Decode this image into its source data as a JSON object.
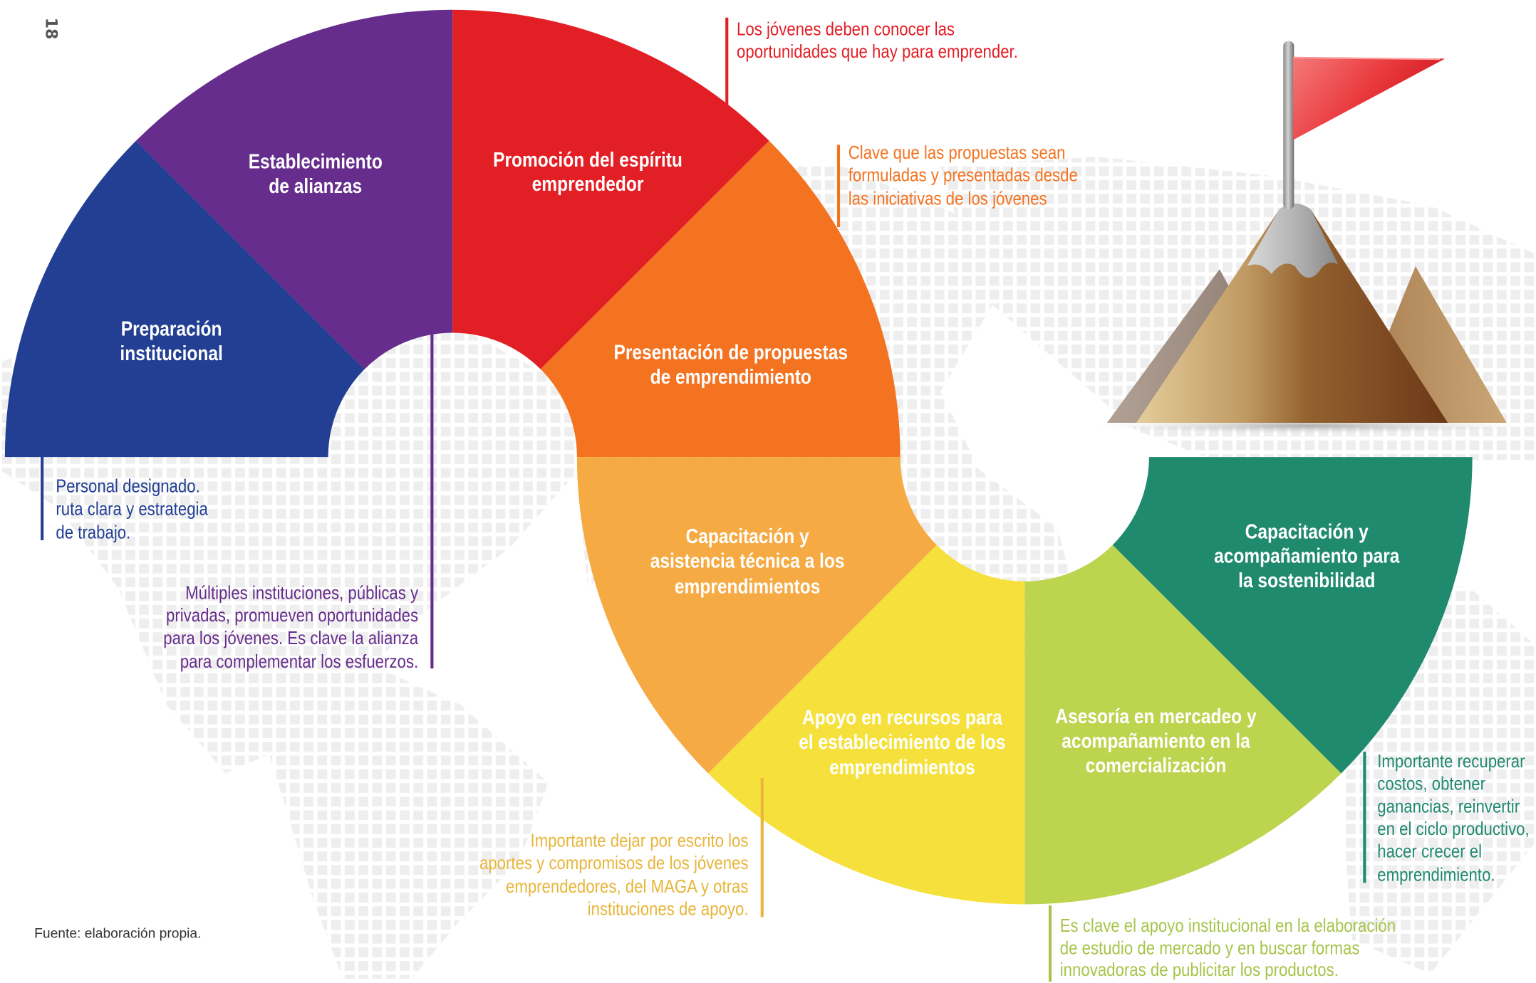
{
  "page_number": "18",
  "goal_icon": "mountain-flag-icon",
  "stages": [
    {
      "label_lines": [
        "Preparación",
        "institucional"
      ],
      "color": "#223f94",
      "note": {
        "color": "#223f94",
        "lines": [
          "Personal designado.",
          "ruta clara y estrategia",
          "de trabajo."
        ]
      }
    },
    {
      "label_lines": [
        "Establecimiento",
        "de alianzas"
      ],
      "color": "#662d8c",
      "note": {
        "color": "#662d8c",
        "lines": [
          "Múltiples instituciones, públicas y",
          "privadas, promueven oportunidades",
          "para los jóvenes. Es clave la alianza",
          "para complementar los esfuerzos."
        ]
      }
    },
    {
      "label_lines": [
        "Promoción del espíritu",
        "emprendedor"
      ],
      "color": "#e31f26",
      "note": {
        "color": "#e31f26",
        "lines": [
          "Los jóvenes deben conocer las",
          "oportunidades que hay para emprender."
        ]
      }
    },
    {
      "label_lines": [
        "Presentación de propuestas",
        "de emprendimiento"
      ],
      "color": "#f37321",
      "note": {
        "color": "#f37321",
        "lines": [
          "Clave que las propuestas sean",
          "formuladas y presentadas desde",
          "las iniciativas de los jóvenes"
        ]
      }
    },
    {
      "label_lines": [
        "Capacitación y",
        "asistencia técnica a los",
        "emprendimientos"
      ],
      "color": "#f6aa43"
    },
    {
      "label_lines": [
        "Apoyo en recursos para",
        "el establecimiento de los",
        "emprendimientos"
      ],
      "color": "#f6e13c",
      "note": {
        "color": "#e8b53a",
        "lines": [
          "Importante dejar por escrito los",
          "aportes y compromisos de los jóvenes",
          "emprendedores, del MAGA y otras",
          "instituciones de apoyo."
        ]
      }
    },
    {
      "label_lines": [
        "Asesoría en mercadeo y",
        "acompañamiento en la",
        "comercialización"
      ],
      "color": "#bdd44f",
      "note": {
        "color": "#a8c44b",
        "lines": [
          "Es clave el apoyo institucional en la elaboración",
          "de estudio de mercado y en buscar formas",
          "innovadoras de publicitar los productos."
        ]
      }
    },
    {
      "label_lines": [
        "Capacitación y",
        "acompañamiento para",
        "la sostenibilidad"
      ],
      "color": "#208a6f",
      "note": {
        "color": "#208a6f",
        "lines": [
          "Importante recuperar",
          "costos, obtener",
          "ganancias, reinvertir",
          "en el ciclo productivo,",
          "hacer crecer el",
          "emprendimiento."
        ]
      }
    }
  ],
  "source": "Fuente: elaboración propia."
}
